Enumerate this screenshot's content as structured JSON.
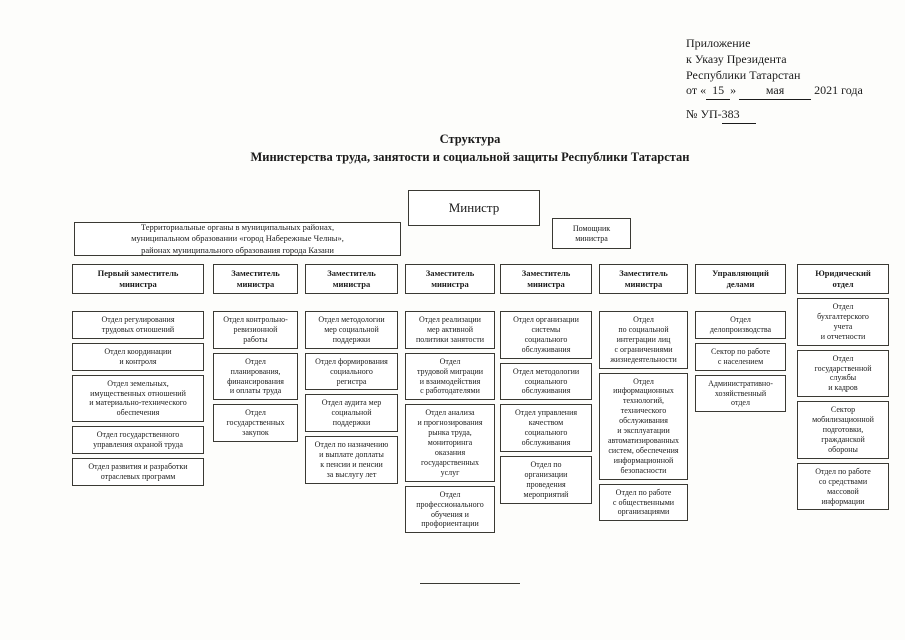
{
  "annotation": {
    "line1": "Приложение",
    "line2": "к Указу Президента",
    "line3": "Республики Татарстан",
    "date_prefix": "от «",
    "date_day": "15",
    "date_quote_close": "»",
    "date_month": "мая",
    "date_year": "2021 года",
    "number_label": "№ УП-",
    "number_value": "383"
  },
  "title": {
    "line1": "Структура",
    "line2": "Министерства труда, занятости и социальной защиты Республики Татарстан"
  },
  "minister": "Министр",
  "assistant": "Помощник\nминистра",
  "territorial": "Территориальные органы в муниципальных районах,\nмуниципальном образовании «город Набережные Челны»,\nрайонах муниципального образования города Казани",
  "columns": [
    {
      "header": "Первый заместитель\nминистра",
      "items": [
        "Отдел регулирования\nтрудовых отношений",
        "Отдел координации\nи контроля",
        "Отдел земельных,\nимущественных отношений\nи материально-технического\nобеспечения",
        "Отдел государственного\nуправления охраной труда",
        "Отдел развития и разработки\nотраслевых программ"
      ]
    },
    {
      "header": "Заместитель\nминистра",
      "items": [
        "Отдел контрольно-\nревизионной\nработы",
        "Отдел\nпланирования,\nфинансирования\nи оплаты труда",
        "Отдел\nгосударственных\nзакупок"
      ]
    },
    {
      "header": "Заместитель\nминистра",
      "items": [
        "Отдел методологии\nмер социальной\nподдержки",
        "Отдел формирования\nсоциального\nрегистра",
        "Отдел аудита мер\nсоциальной\nподдержки",
        "Отдел по назначению\nи выплате доплаты\nк пенсии и пенсии\nза выслугу лет"
      ]
    },
    {
      "header": "Заместитель\nминистра",
      "items": [
        "Отдел реализации\nмер активной\nполитики занятости",
        "Отдел\nтрудовой миграции\nи взаимодействия\nс работодателями",
        "Отдел анализа\nи прогнозирования\nрынка труда,\nмониторинга\nоказания\nгосударственных\nуслуг",
        "Отдел\nпрофессионального\nобучения и\nпрофориентации"
      ]
    },
    {
      "header": "Заместитель\nминистра",
      "items": [
        "Отдел организации\nсистемы\nсоциального\nобслуживания",
        "Отдел методологии\nсоциального\nобслуживания",
        "Отдел управления\nкачеством\nсоциального\nобслуживания",
        "Отдел по\nорганизации\nпроведения\nмероприятий"
      ]
    },
    {
      "header": "Заместитель\nминистра",
      "items": [
        "Отдел\nпо социальной\nинтеграции лиц\nс ограничениями\nжизнедеятельности",
        "Отдел\nинформационных\nтехнологий,\nтехнического\nобслуживания\nи эксплуатации\nавтоматизированных\nсистем, обеспечения\nинформационной\nбезопасности",
        "Отдел по работе\nс общественными\nорганизациями"
      ]
    },
    {
      "header": "Управляющий\nделами",
      "items": [
        "Отдел\nделопроизводства",
        "Сектор по работе\nс населением",
        "Административно-\nхозяйственный\nотдел"
      ]
    },
    {
      "header": "Юридический\nотдел",
      "items": [
        "Отдел\nбухгалтерского\nучета\nи отчетности",
        "Отдел\nгосударственной\nслужбы\nи кадров",
        "Сектор\nмобилизационной\nподготовки,\nгражданской\nобороны",
        "Отдел по работе\nсо средствами\nмассовой\nинформации"
      ]
    }
  ]
}
